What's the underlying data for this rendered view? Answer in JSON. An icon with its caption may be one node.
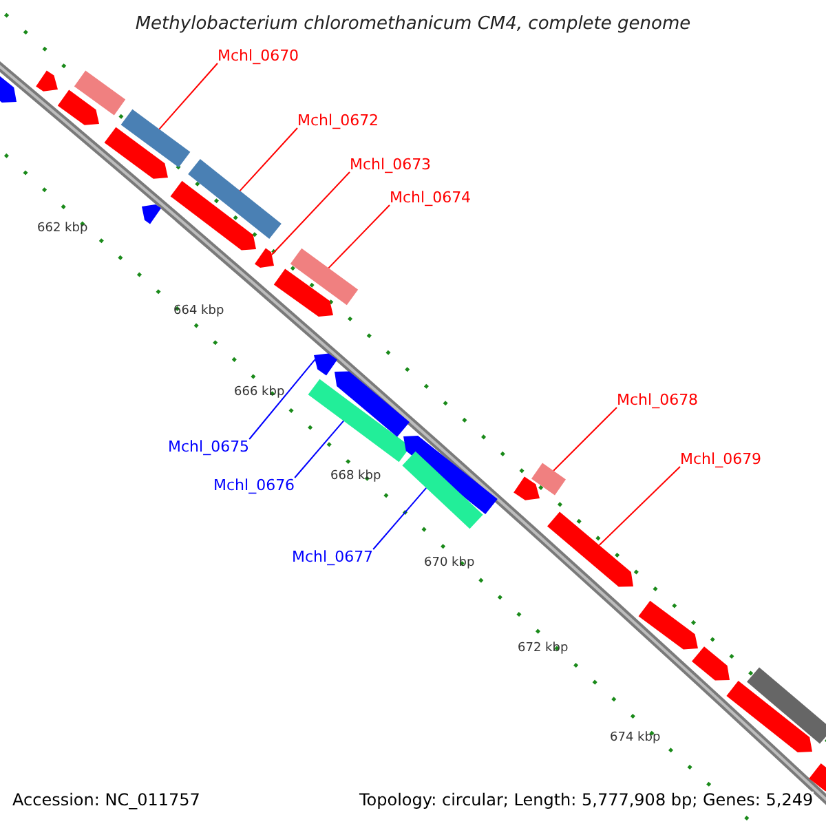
{
  "diagram": {
    "title": "Methylobacterium chloromethanicum CM4, complete genome",
    "nodes": [
      {
        "text": [
          "Mchl_0670"
        ]
      },
      {
        "text": [
          "Mchl_0672"
        ]
      },
      {
        "text": [
          "Mchl_0673"
        ]
      },
      {
        "text": [
          "Mchl_0674"
        ]
      },
      {
        "text": [
          "Mchl_0678"
        ]
      },
      {
        "text": [
          "Mchl_0675"
        ]
      },
      {
        "text": [
          "Mchl_0679"
        ]
      },
      {
        "text": [
          "Mchl_0676"
        ]
      },
      {
        "text": [
          "Mchl_0677"
        ]
      },
      {
        "text": [],
        "shape": "pentagon"
      },
      {
        "text": [],
        "shape": "pentagon"
      },
      {
        "text": [],
        "shape": "pentagon"
      },
      {
        "text": [],
        "shape": "bar"
      },
      {
        "text": [],
        "shape": "pentagon"
      },
      {
        "text": [],
        "shape": "bar"
      },
      {
        "text": [],
        "shape": "pentagon"
      },
      {
        "text": [],
        "shape": "pentagon"
      },
      {
        "text": [],
        "shape": "bar"
      },
      {
        "text": [],
        "shape": "pentagon"
      },
      {
        "text": [],
        "shape": "pentagon"
      },
      {
        "text": [],
        "shape": "bar"
      },
      {
        "text": [],
        "shape": "bar"
      },
      {
        "text": [],
        "shape": "pentagon"
      },
      {
        "text": [],
        "shape": "pentagon"
      },
      {
        "text": [],
        "shape": "pentagon"
      },
      {
        "text": [],
        "shape": "bar"
      },
      {
        "text": [],
        "shape": "pentagon"
      },
      {
        "text": [],
        "shape": "bar"
      },
      {
        "text": [],
        "shape": "pentagon"
      },
      {
        "text": [],
        "shape": "pentagon"
      },
      {
        "text": [],
        "shape": "pentagon"
      },
      {
        "text": [],
        "shape": "pentagon"
      },
      {
        "text": [],
        "shape": "bar"
      },
      {
        "text": [],
        "shape": "pentagon"
      }
    ],
    "edges": [
      {
        "from": 0,
        "to": 14,
        "arrow": "none"
      },
      {
        "from": 1,
        "to": 17,
        "arrow": "none"
      },
      {
        "from": 2,
        "to": 18,
        "arrow": "none"
      },
      {
        "from": 3,
        "to": 20,
        "arrow": "none"
      },
      {
        "from": 4,
        "to": 27,
        "arrow": "none"
      },
      {
        "from": 5,
        "to": 22,
        "arrow": "none",
        "color": "#0000ff"
      },
      {
        "from": 6,
        "to": 28,
        "arrow": "none"
      },
      {
        "from": 7,
        "to": 21,
        "arrow": "none",
        "color": "#0000ff"
      },
      {
        "from": 8,
        "to": 25,
        "arrow": "none",
        "color": "#0000ff"
      }
    ],
    "labels": [
      "662 kbp",
      "664 kbp",
      "666 kbp",
      "668 kbp",
      "670 kbp",
      "672 kbp",
      "674 kbp",
      "Accession: NC_011757",
      "Topology: circular; Length: 5,777,908 bp; Genes: 5,249"
    ]
  }
}
